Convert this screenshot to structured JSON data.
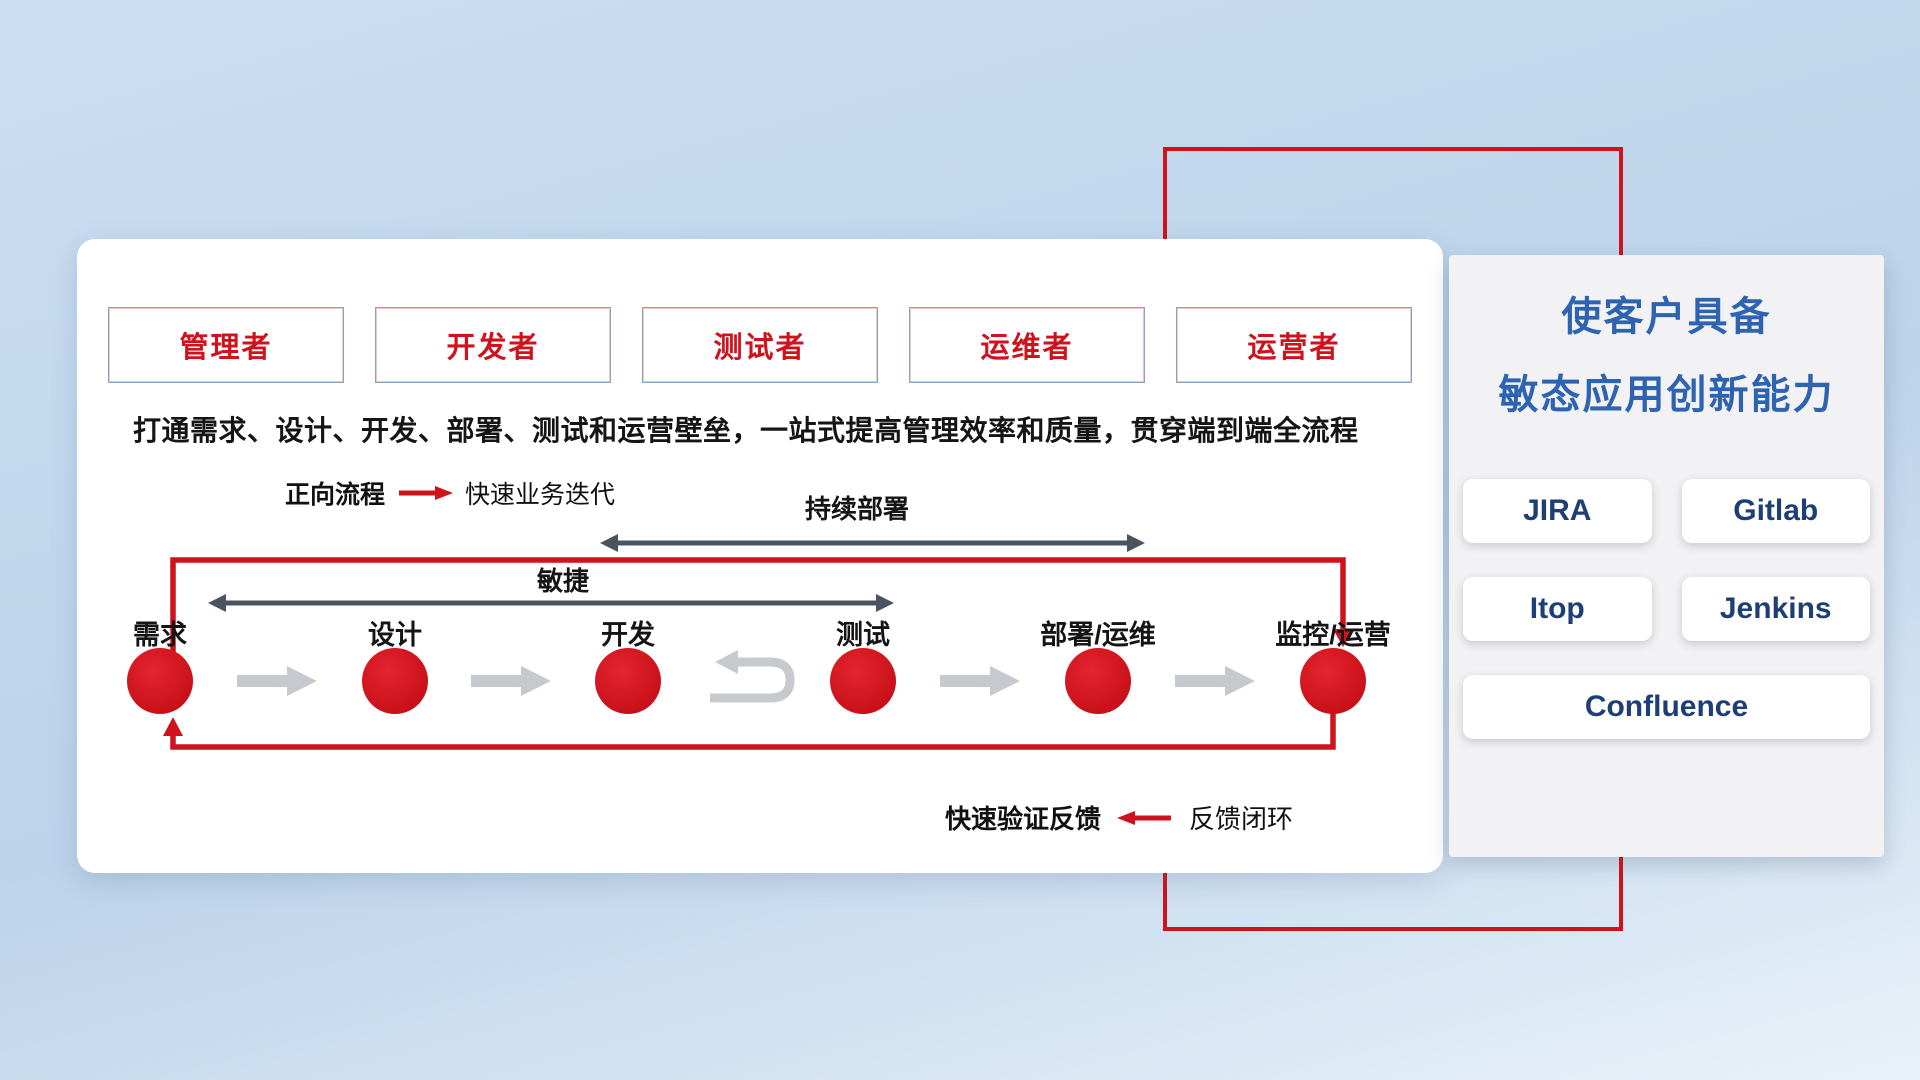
{
  "roles": [
    {
      "label": "管理者"
    },
    {
      "label": "开发者"
    },
    {
      "label": "测试者"
    },
    {
      "label": "运维者"
    },
    {
      "label": "运营者"
    }
  ],
  "subtitle": "打通需求、设计、开发、部署、测试和运营壁垒，一站式提高管理效率和质量，贯穿端到端全流程",
  "legend_forward": {
    "label": "正向流程",
    "value": "快速业务迭代"
  },
  "legend_feedback": {
    "label": "快速验证反馈",
    "value": "反馈闭环"
  },
  "flow": {
    "continuous_deploy_label": "持续部署",
    "agile_label": "敏捷",
    "nodes": [
      {
        "label": "需求"
      },
      {
        "label": "设计"
      },
      {
        "label": "开发"
      },
      {
        "label": "测试"
      },
      {
        "label": "部署/运维"
      },
      {
        "label": "监控/运营"
      }
    ]
  },
  "right_panel": {
    "title_line1": "使客户具备",
    "title_line2": "敏态应用创新能力",
    "tools": [
      "JIRA",
      "Gitlab",
      "Itop",
      "Jenkins",
      "Confluence"
    ]
  },
  "icons": {
    "forward_arrow": "→",
    "feedback_arrow": "←",
    "double_arrow": "↔",
    "iteration_loop": "↩"
  },
  "colors": {
    "accent_red": "#d0121c",
    "title_blue": "#2d63b0",
    "tool_navy": "#1e3f76",
    "dark_arrow": "#4a5460",
    "gray_arrow": "#c6c9cd"
  }
}
